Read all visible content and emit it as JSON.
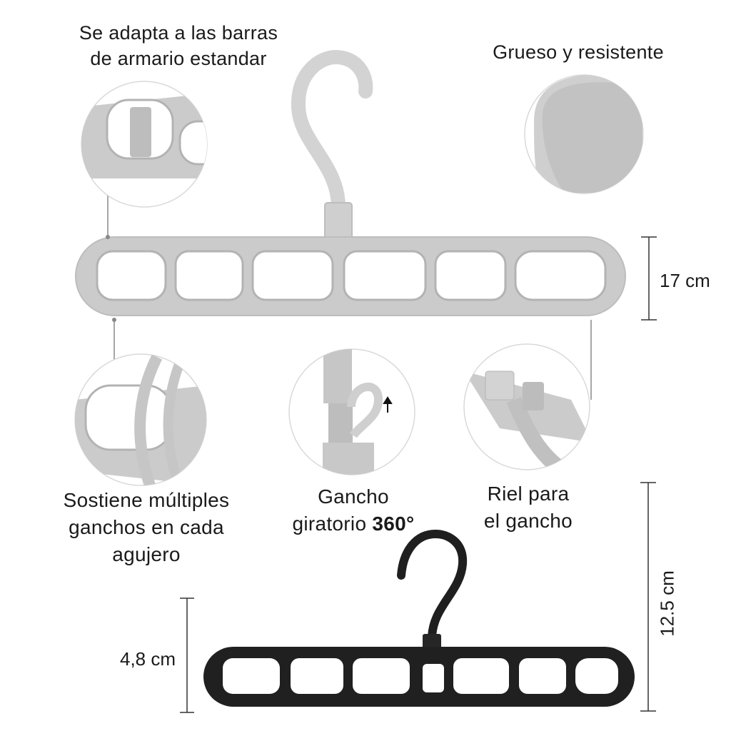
{
  "labels": {
    "closet_rod": [
      "Se adapta a las barras",
      "de armario estandar"
    ],
    "thick": "Grueso y resistente",
    "multiple": [
      "Sostiene múltiples",
      "ganchos en cada",
      "agujero"
    ],
    "swivel": [
      "Gancho",
      "giratorio",
      "360°"
    ],
    "rail": [
      "Riel para",
      "el gancho"
    ]
  },
  "dimensions": {
    "height_large": "17 cm",
    "height_total": "12.5 cm",
    "height_small": "4,8 cm"
  },
  "colors": {
    "grey_hanger": "#c9c9c9",
    "grey_hole_edge": "#b5b5b5",
    "black_hanger": "#1f1f1f",
    "text": "#1a1a1a"
  },
  "arrow_icon": "up-arrow-icon"
}
